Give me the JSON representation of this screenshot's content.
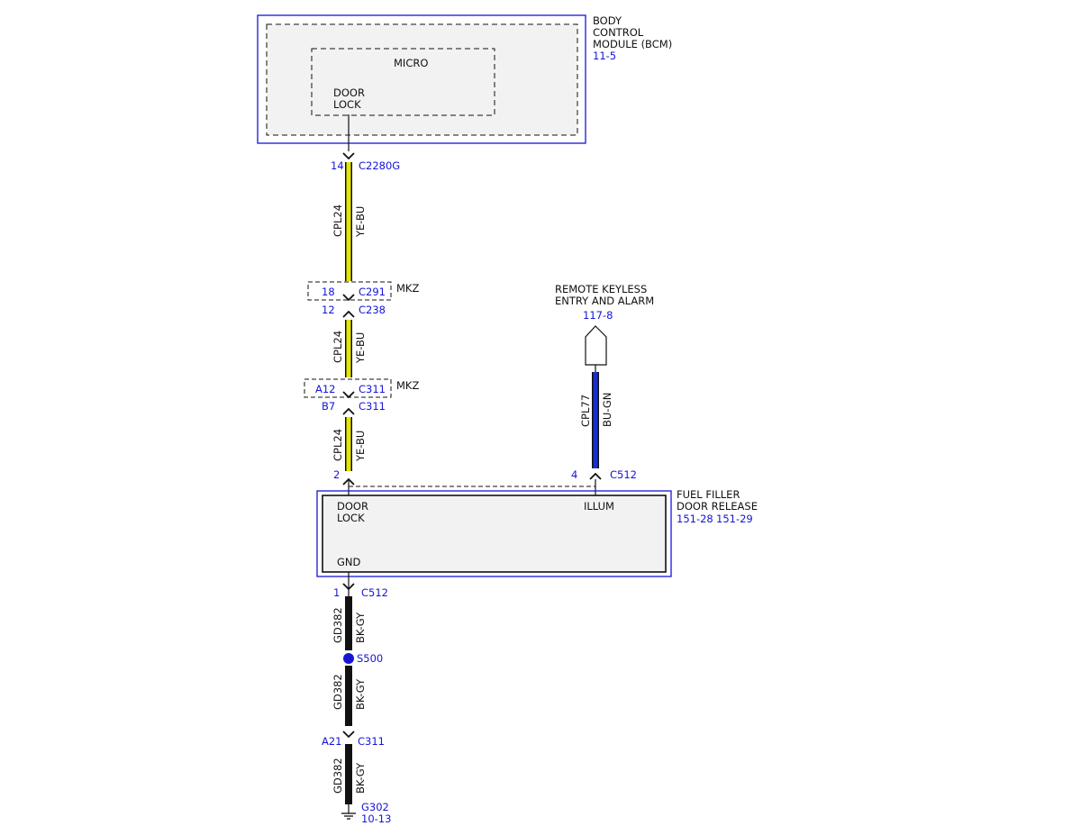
{
  "colors": {
    "link_blue": "#1515d8",
    "wire_yellow": "#e5e600",
    "wire_blue": "#1a2ecc",
    "wire_black": "#111111",
    "box_fill": "#f2f2f2"
  },
  "bcm": {
    "title_line1": "BODY",
    "title_line2": "CONTROL",
    "title_line3": "MODULE (BCM)",
    "page_ref": "11-5",
    "micro_label": "MICRO",
    "pin_line1": "DOOR",
    "pin_line2": "LOCK"
  },
  "wire_yellow_1": {
    "pin": "14",
    "connector": "C2280G",
    "circuit": "CPL24",
    "color_code": "YE-BU"
  },
  "inline_c291": {
    "pin_top": "18",
    "connector_top": "C291",
    "option": "MKZ",
    "pin_bottom": "12",
    "connector_bottom": "C238"
  },
  "wire_yellow_2": {
    "circuit": "CPL24",
    "color_code": "YE-BU"
  },
  "inline_c311": {
    "pin_top": "A12",
    "connector_top": "C311",
    "option": "MKZ",
    "pin_bottom": "B7",
    "connector_bottom": "C311"
  },
  "wire_yellow_3": {
    "circuit": "CPL24",
    "color_code": "YE-BU",
    "pin": "2"
  },
  "rke": {
    "title_line1": "REMOTE KEYLESS",
    "title_line2": "ENTRY AND ALARM",
    "page_ref": "117-8"
  },
  "wire_blue": {
    "circuit": "CPL77",
    "color_code": "BU-GN",
    "pin": "4",
    "connector": "C512"
  },
  "ffdr": {
    "title_line1": "FUEL FILLER",
    "title_line2": "DOOR RELEASE",
    "page_ref_1": "151-28",
    "page_ref_2": "151-29",
    "pin_door_line1": "DOOR",
    "pin_door_line2": "LOCK",
    "pin_illum": "ILLUM",
    "pin_gnd": "GND"
  },
  "ground_wire_1": {
    "pin": "1",
    "connector": "C512",
    "circuit": "GD382",
    "color_code": "BK-GY"
  },
  "splice": {
    "label": "S500"
  },
  "ground_wire_2": {
    "circuit": "GD382",
    "color_code": "BK-GY"
  },
  "inline_c311_ground": {
    "pin": "A21",
    "connector": "C311"
  },
  "ground_wire_3": {
    "circuit": "GD382",
    "color_code": "BK-GY"
  },
  "ground": {
    "label": "G302",
    "page_ref": "10-13"
  }
}
